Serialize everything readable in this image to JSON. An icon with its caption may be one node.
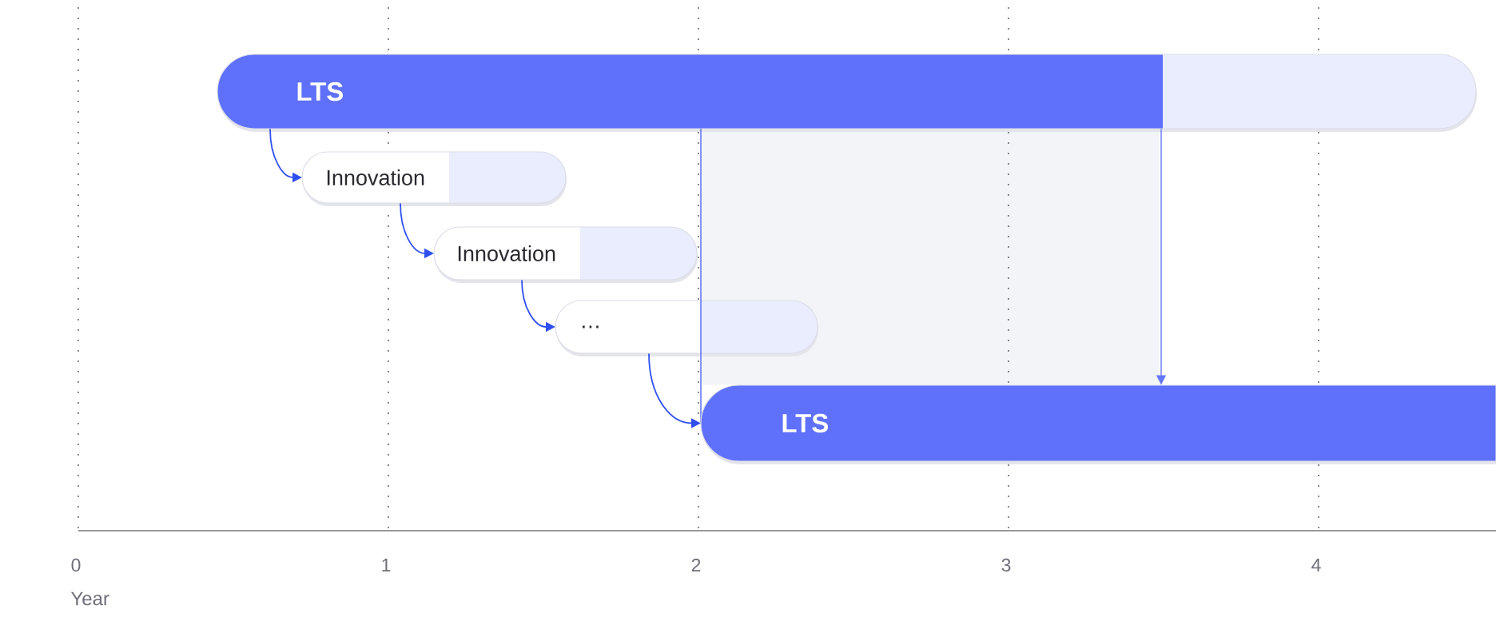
{
  "diagram": {
    "nodes": [
      {
        "text": [
          "LTS"
        ]
      },
      {
        "text": [],
        "shape": "box"
      },
      {
        "text": [
          "Innovation"
        ]
      },
      {
        "text": [
          "Innovation"
        ]
      },
      {
        "text": [
          "…"
        ]
      },
      {
        "text": [
          "LTS"
        ]
      }
    ],
    "edges": [
      {
        "from": 0,
        "to": 2,
        "arrow": "to"
      },
      {
        "from": 2,
        "to": 3,
        "arrow": "to"
      },
      {
        "from": 3,
        "to": 4,
        "arrow": "to"
      },
      {
        "from": 4,
        "to": 5,
        "arrow": "to"
      },
      {
        "from": 0,
        "to": 5,
        "arrow": "to",
        "color": "#6577f7"
      }
    ],
    "labels": [
      "0",
      "1",
      "2",
      "3",
      "4",
      "Year"
    ]
  }
}
